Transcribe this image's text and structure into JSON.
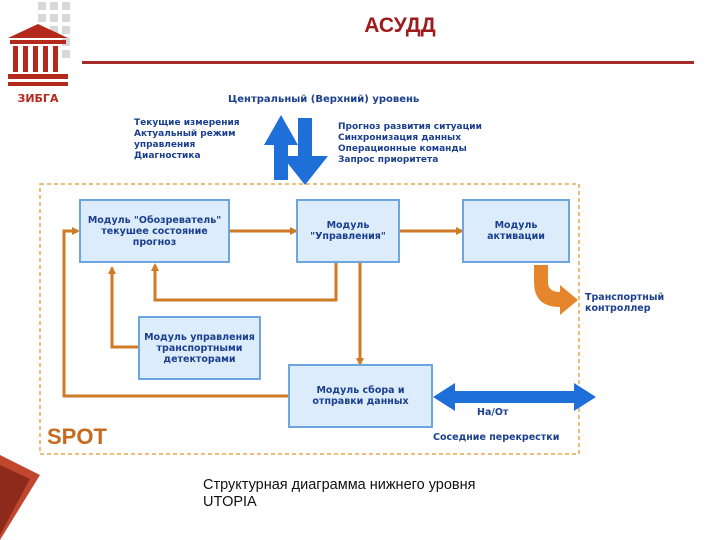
{
  "header": {
    "title": "АСУДД",
    "logo_text": "ЗИБГА"
  },
  "diagram": {
    "top_label": "Центральный (Верхний) уровень",
    "left_labels": "Текущие измерения\nАктуальный режим\nуправления\nДиагностика",
    "right_labels": "Прогноз развития ситуации\nСинхронизация данных\nОперационные команды\nЗапрос приоритета",
    "boxes": {
      "observer": "Модуль \"Обозреватель\"\nтекушее состояние\nпрогноз",
      "control": "Модуль\n\"Управления\"",
      "activation": "Модуль\nактивации",
      "detectors": "Модуль управления\nтранспортными\nдетекторами",
      "data": "Модуль сбора и\nотправки данных"
    },
    "transport_controller": "Транспортный\nконтроллер",
    "nact": "На/От",
    "neighbors": "Соседние перекрестки",
    "system_label": "SPOT"
  },
  "caption": "Структурная диаграмма нижнего уровня\nUTOPIA",
  "colors": {
    "title": "#9e1b1b",
    "rule": "#a52a2a",
    "orange": "#cf7a25",
    "blue_arrow": "#1f6fd8",
    "box_fill": "#dcecfa",
    "box_border": "#6da6df",
    "label_text": "#1a3f8f"
  }
}
